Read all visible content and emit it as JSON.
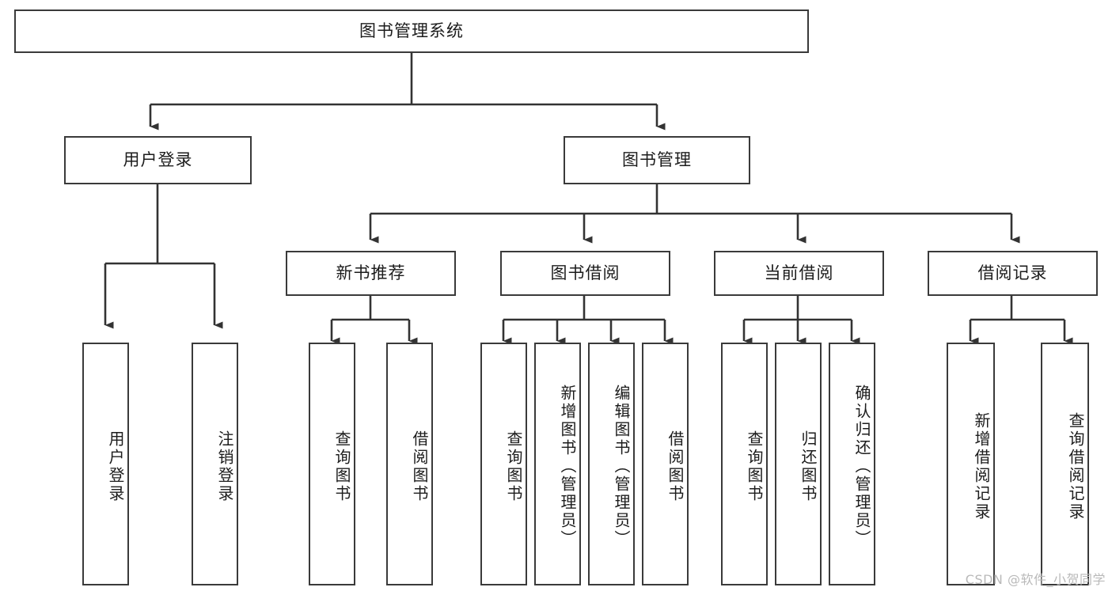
{
  "diagram": {
    "title": "图书管理系统",
    "type": "tree",
    "watermark": "CSDN @软件_小贺同学",
    "colors": {
      "background": "#ffffff",
      "border": "#3a3a3a",
      "connector": "#333333",
      "text": "#1c1c1c",
      "watermark": "#b9b9b9"
    },
    "root": {
      "label": "图书管理系统"
    },
    "level2": [
      {
        "label": "用户登录"
      },
      {
        "label": "图书管理"
      }
    ],
    "level3": [
      {
        "label": "新书推荐"
      },
      {
        "label": "图书借阅"
      },
      {
        "label": "当前借阅"
      },
      {
        "label": "借阅记录"
      }
    ],
    "leaves": {
      "user_login": [
        {
          "label": "用户登录"
        },
        {
          "label": "注销登录"
        }
      ],
      "new_book_recommend": [
        {
          "label": "查询图书"
        },
        {
          "label": "借阅图书"
        }
      ],
      "book_borrow": [
        {
          "label": "查询图书"
        },
        {
          "label": "新增图书（管理员）"
        },
        {
          "label": "编辑图书（管理员）"
        },
        {
          "label": "借阅图书"
        }
      ],
      "current_borrow": [
        {
          "label": "查询图书"
        },
        {
          "label": "归还图书"
        },
        {
          "label": "确认归还（管理员）"
        }
      ],
      "borrow_record": [
        {
          "label": "新增借阅记录"
        },
        {
          "label": "查询借阅记录"
        }
      ]
    }
  }
}
